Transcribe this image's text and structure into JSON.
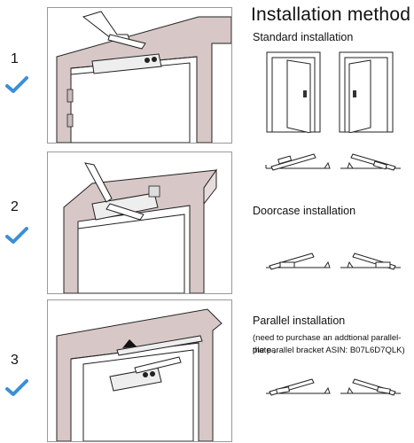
{
  "header": {
    "title": "Installation method"
  },
  "steps": [
    {
      "number": "1"
    },
    {
      "number": "2"
    },
    {
      "number": "3"
    }
  ],
  "methods": [
    {
      "label": "Standard installation"
    },
    {
      "label": "Doorcase installation"
    },
    {
      "label": "Parallel installation",
      "note_line1": "(need to purchase an addtional parallel-plate ,",
      "note_line2": "the parallel bracket ASIN: B07L6D7QLK)"
    }
  ],
  "icons": {
    "check": "checkmark-icon",
    "door": "door-icon",
    "closer": "door-closer-icon"
  },
  "colors": {
    "frame": "#d8c7c7",
    "check": "#3b8fd8",
    "line": "#222222"
  }
}
